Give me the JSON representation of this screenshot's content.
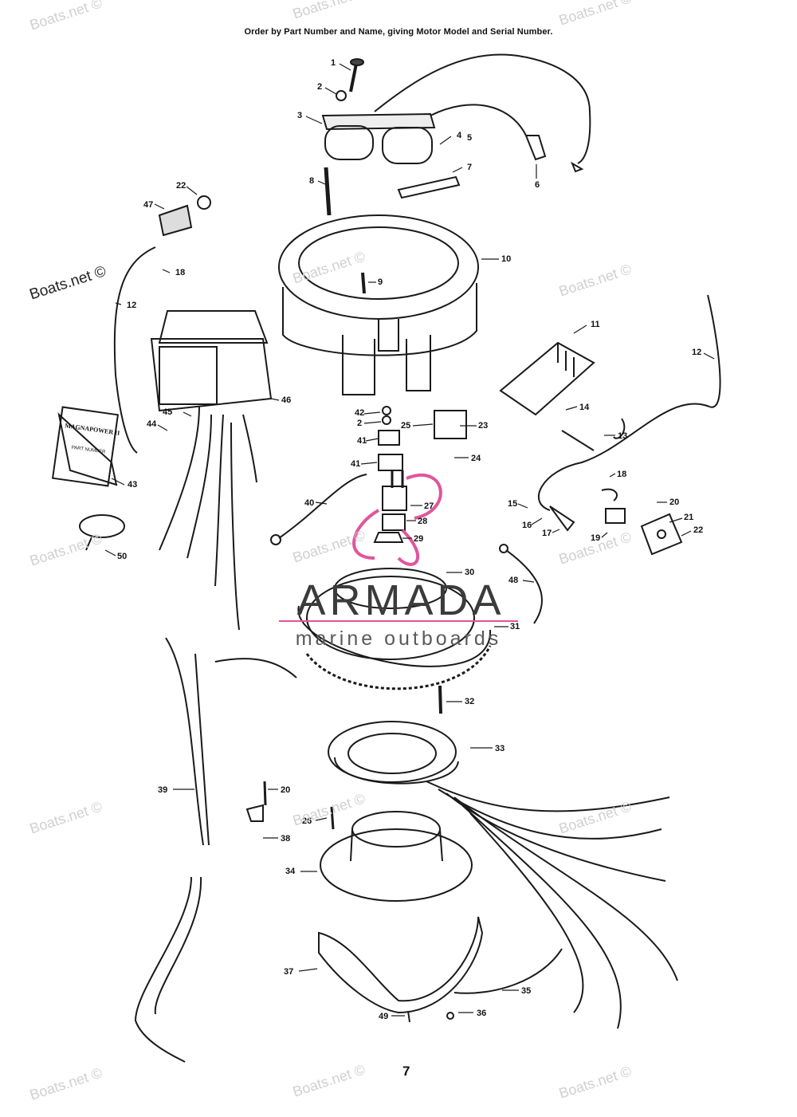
{
  "header_text": "Order by Part Number and Name, giving Motor Model and Serial Number.",
  "page_number": "7",
  "watermark_text": "Boats.net ©",
  "brand": {
    "name": "ARMADA",
    "tagline": "marine outboards",
    "accent_color": "#e0559b"
  },
  "label_plate": {
    "line1": "MAGNAPOWER II",
    "line2": "PART NUMBER"
  },
  "callouts": [
    "1",
    "2",
    "3",
    "4",
    "5",
    "6",
    "7",
    "8",
    "22",
    "47",
    "18",
    "12",
    "10",
    "9",
    "11",
    "12",
    "46",
    "45",
    "44",
    "43",
    "42",
    "2",
    "25",
    "23",
    "41",
    "41",
    "24",
    "14",
    "13",
    "18",
    "40",
    "27",
    "28",
    "29",
    "15",
    "16",
    "17",
    "19",
    "20",
    "21",
    "22",
    "50",
    "30",
    "48",
    "31",
    "32",
    "33",
    "39",
    "20",
    "26",
    "38",
    "34",
    "37",
    "35",
    "49",
    "36"
  ]
}
